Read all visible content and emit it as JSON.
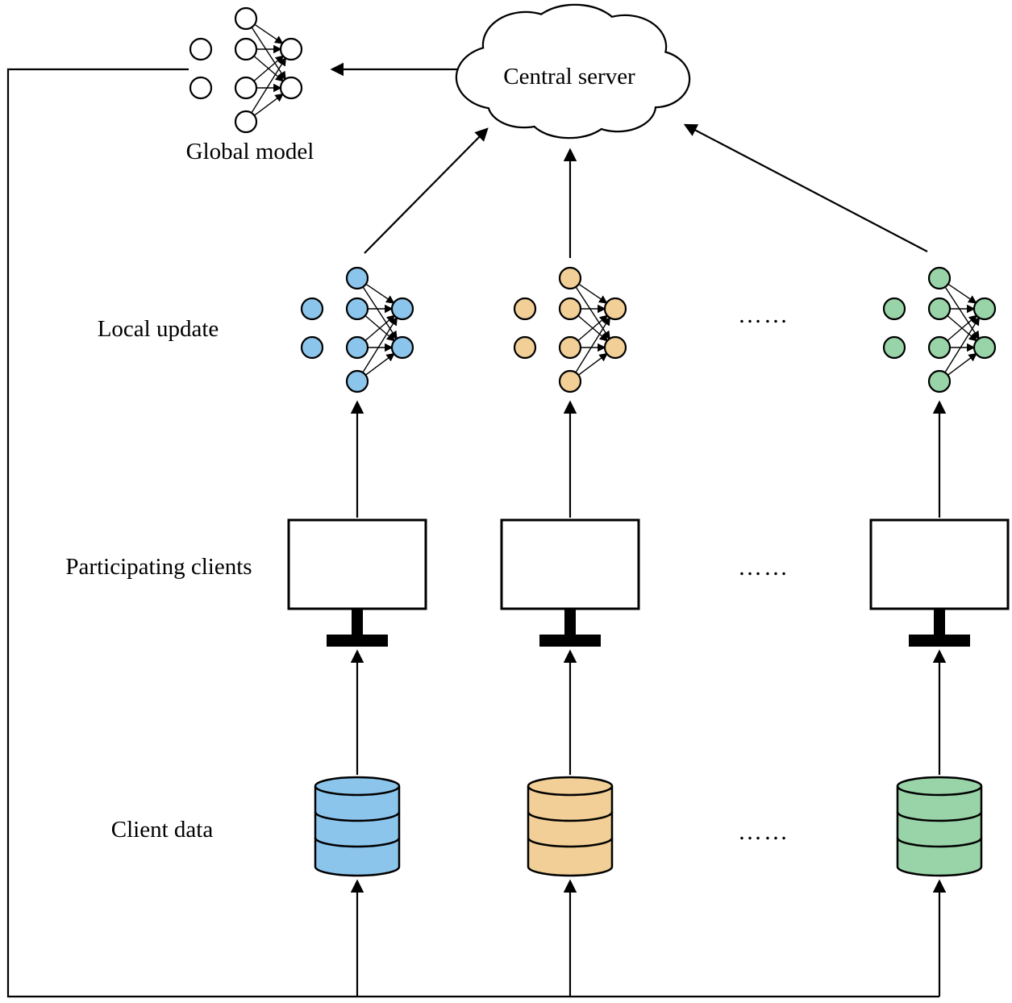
{
  "labels": {
    "central_server": "Central server",
    "global_model": "Global model",
    "local_update": "Local update",
    "participating_clients": "Participating clients",
    "client_data": "Client data",
    "ellipsis": "……"
  },
  "colors": {
    "global_model": "#FFFFFF",
    "clients": [
      "#8CC5EC",
      "#F1CF96",
      "#98D4A8"
    ],
    "outline": "#000000",
    "background": "#FFFFFF"
  },
  "structure": {
    "type": "federated-learning-diagram",
    "rows": [
      "Global model",
      "Local update",
      "Participating clients",
      "Client data"
    ],
    "arrows": [
      "client data -> participating client (x3)",
      "participating client -> local update (x3)",
      "local update -> central server (x3)",
      "central server -> global model",
      "global model -> client data (feedback loop along left and bottom edge)"
    ]
  }
}
